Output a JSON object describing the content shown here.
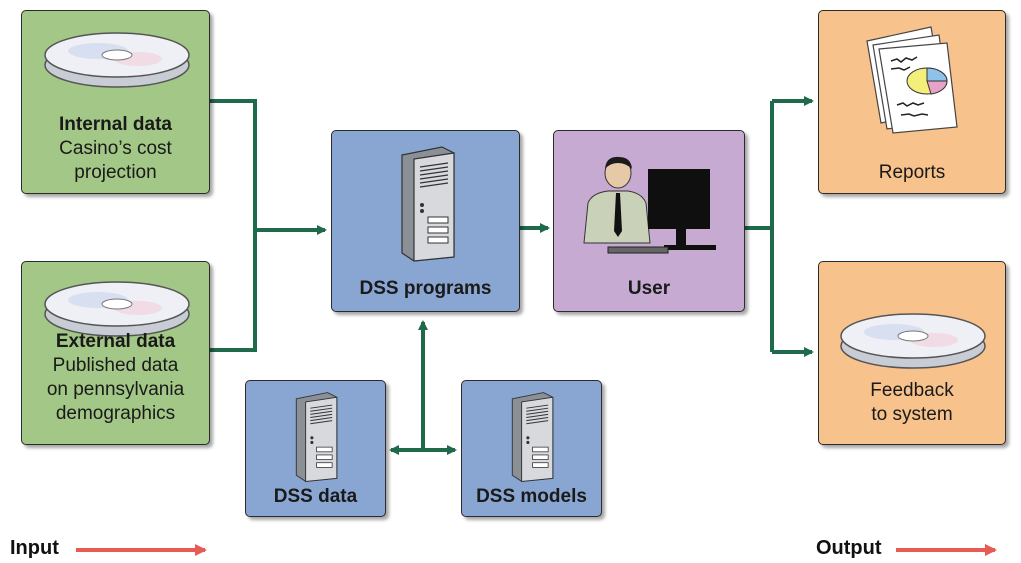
{
  "inputs": {
    "internal": {
      "title": "Internal data",
      "line1": "Casino’s cost",
      "line2": "projection"
    },
    "external": {
      "title": "External data",
      "line1": "Published data",
      "line2": "on pennsylvania",
      "line3": "demographics"
    }
  },
  "process": {
    "programs": "DSS programs",
    "data": "DSS data",
    "models": "DSS models",
    "user": "User"
  },
  "outputs": {
    "reports": "Reports",
    "feedback_line1": "Feedback",
    "feedback_line2": "to system"
  },
  "footer": {
    "input": "Input",
    "output": "Output"
  },
  "colors": {
    "input_box": "#a2c786",
    "dss_box": "#89a6d2",
    "user_box": "#c6aad2",
    "output_box": "#f7c28c",
    "connector": "#1f6a4b",
    "footer_arrow": "#e85a54"
  }
}
